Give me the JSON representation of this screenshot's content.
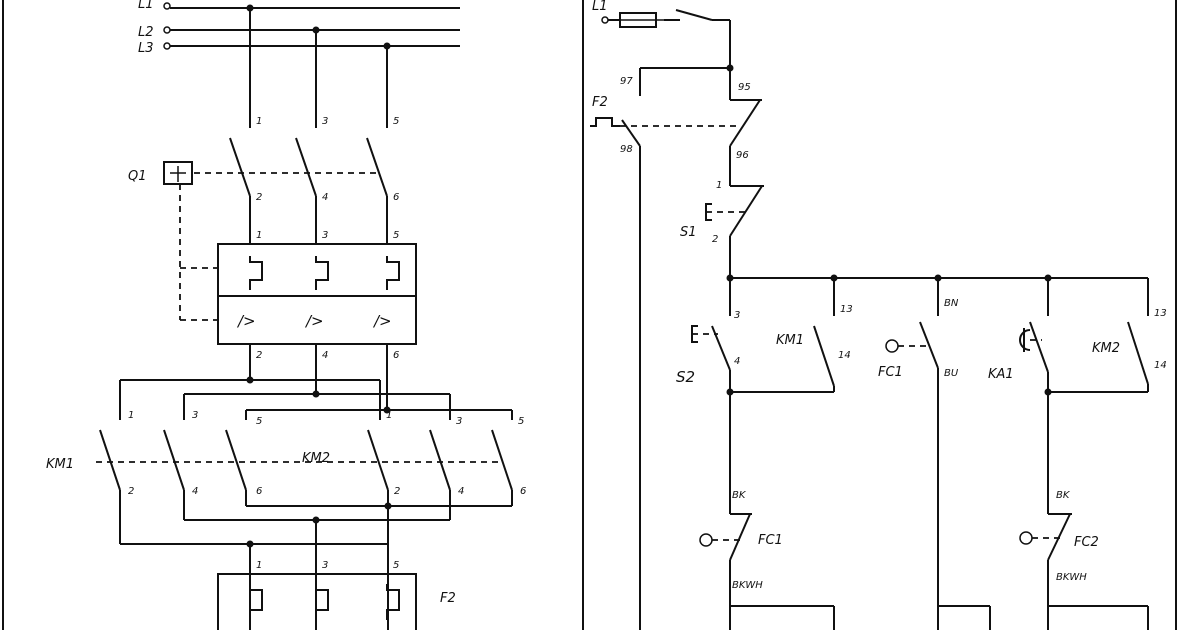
{
  "power_circuit": {
    "lines": [
      "L1",
      "L2",
      "L3"
    ],
    "breaker": "Q1",
    "contactor_1": "KM1",
    "contactor_2": "KM2",
    "overload_relay": "F2",
    "terminals_top": [
      "1",
      "3",
      "5"
    ],
    "terminals_bottom": [
      "2",
      "4",
      "6"
    ]
  },
  "control_circuit": {
    "supply": "L1",
    "overload_label": "F2",
    "overload_terminals": [
      "97",
      "95",
      "98",
      "96"
    ],
    "stop_button": "S1",
    "start_button": "S2",
    "km1_label": "KM1",
    "km2_label": "KM2",
    "limit_switch_1": "FC1",
    "limit_switch_2": "FC2",
    "sensor": "KA1",
    "wire_bk": "BK",
    "wire_bn": "BN",
    "wire_bu": "BU",
    "wire_bkwh": "BKWH",
    "contact_no": [
      "13",
      "14"
    ],
    "contact_12": [
      "1",
      "2"
    ],
    "contact_34": [
      "3",
      "4"
    ]
  }
}
